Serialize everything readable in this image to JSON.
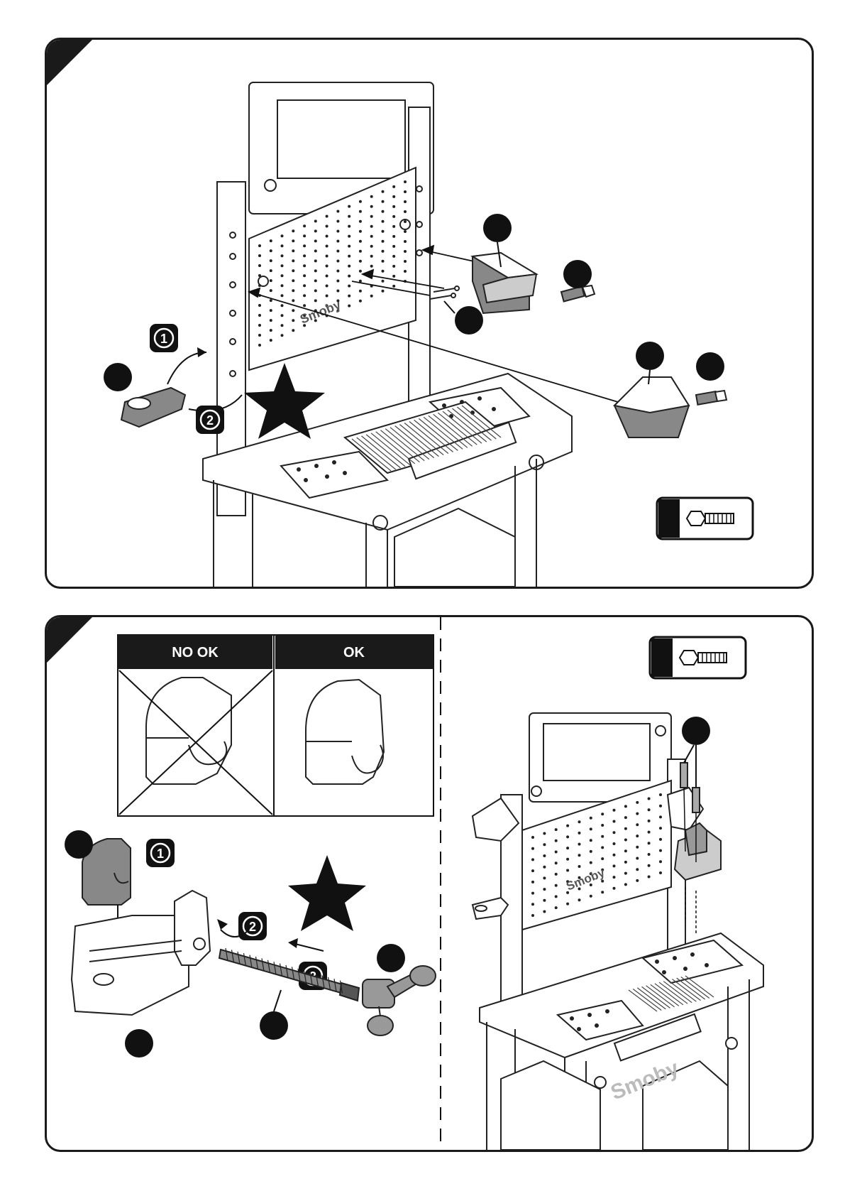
{
  "step_a": {
    "badges": [
      "1",
      "2"
    ],
    "brand": "Smoby"
  },
  "step_b": {
    "compare": {
      "bad_label": "NO OK",
      "good_label": "OK"
    },
    "badges": [
      "1",
      "2",
      "3"
    ],
    "brand": "Smoby"
  },
  "icons": {
    "screw": "screw-icon",
    "star": "star-icon"
  }
}
